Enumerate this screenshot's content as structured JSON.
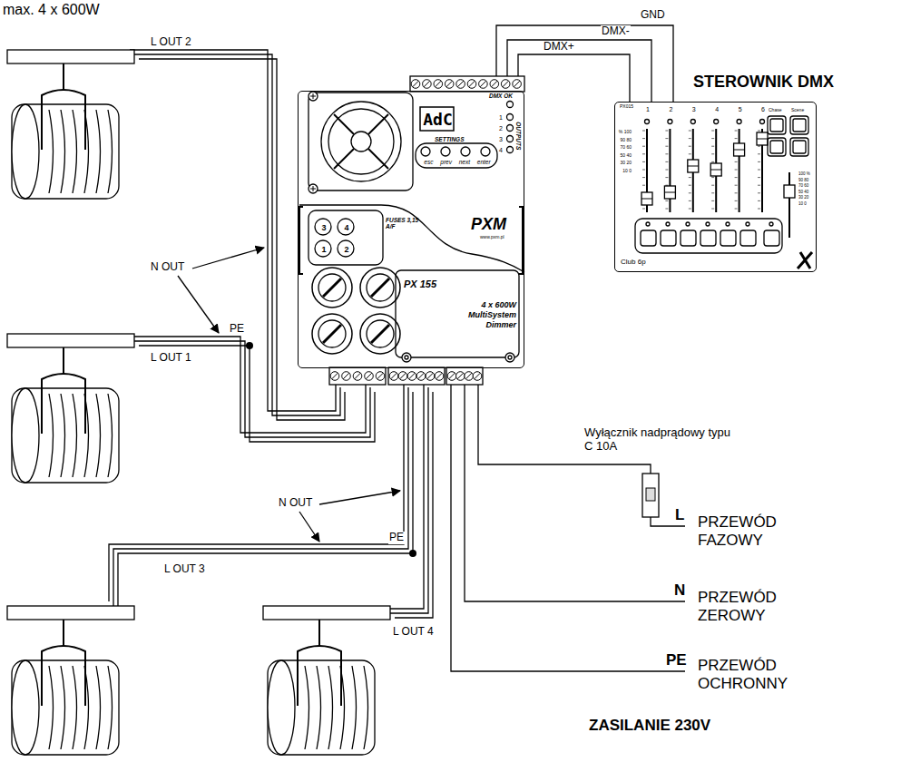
{
  "diagram": {
    "nodes": [
      {
        "text": [
          "AdC",
          "DMX OK",
          "SETTINGS",
          "esc prev next enter",
          "OUTPUTS",
          "1",
          "2",
          "3",
          "4",
          "FUSES 3,15 A/F",
          "3",
          "4",
          "1",
          "2",
          "PXM",
          "www.pxm.pl",
          "PX 155",
          "4 x 600W MultiSystem Dimmer"
        ]
      },
      {
        "text": [
          "STEROWNIK DMX",
          "PX015",
          "1",
          "2",
          "3",
          "4",
          "5",
          "6",
          "Chase",
          "Scene",
          "% 100 90 80 70 60 50 40 30 20 10 0",
          "100 % 90 80 70 60 50 40 30 20 10 0",
          "Club 6p"
        ]
      }
    ],
    "edges": [
      {
        "from": 0,
        "to": 1,
        "arrow": "none",
        "label": "GND"
      },
      {
        "from": 0,
        "to": 1,
        "arrow": "none",
        "label": "DMX-"
      },
      {
        "from": 0,
        "to": 1,
        "arrow": "none",
        "label": "DMX+"
      }
    ],
    "labels": [
      "max. 4 x 600W",
      "L OUT 2",
      "N OUT",
      "PE",
      "L OUT 1",
      "N OUT",
      "PE",
      "L OUT 3",
      "L OUT 4",
      "Wyłącznik nadprądowy typu C 10A",
      "L",
      "PRZEWÓD FAZOWY",
      "N",
      "PRZEWÓD ZEROWY",
      "PE",
      "PRZEWÓD OCHRONNY",
      "ZASILANIE 230V"
    ]
  }
}
